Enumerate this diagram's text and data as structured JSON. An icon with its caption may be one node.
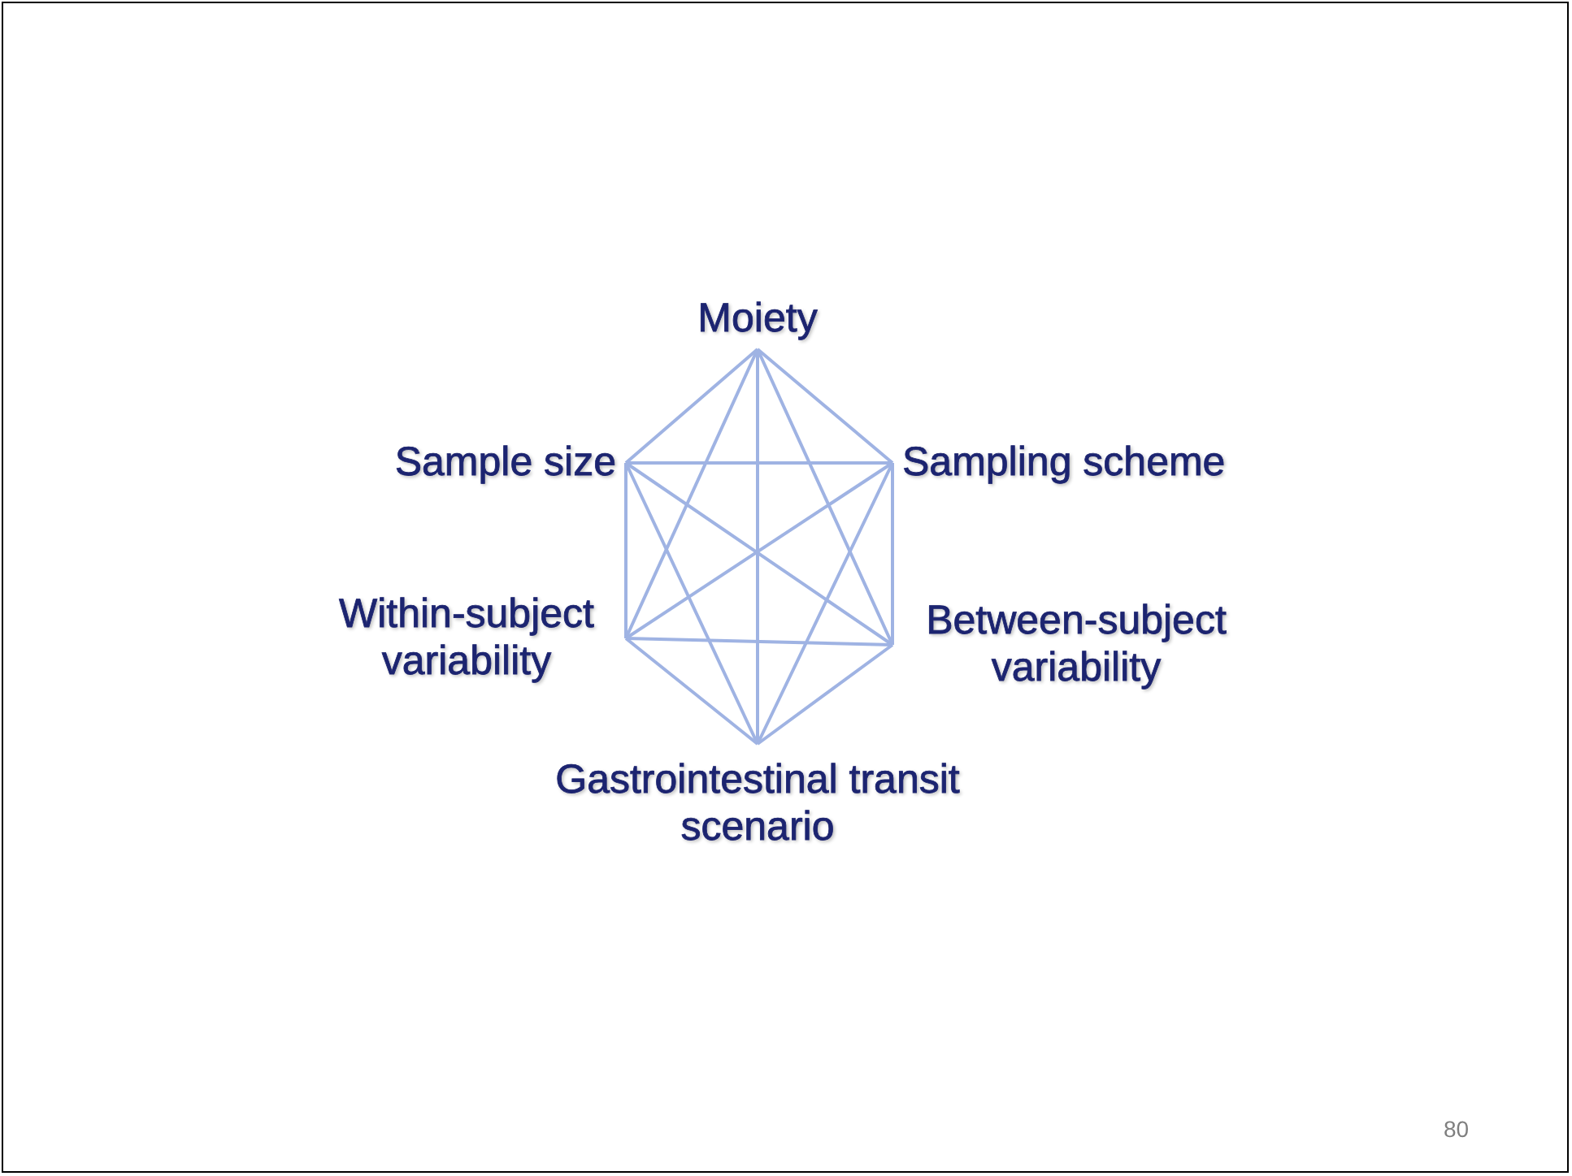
{
  "diagram": {
    "nodes": [
      {
        "text": [
          "Moiety"
        ]
      },
      {
        "text": [
          "Sample size"
        ]
      },
      {
        "text": [
          "Sampling scheme"
        ]
      },
      {
        "text": [
          "Within-subject variability"
        ]
      },
      {
        "text": [
          "Between-subject variability"
        ]
      },
      {
        "text": [
          "Gastrointestinal transit scenario"
        ]
      }
    ],
    "edges": [
      {
        "from": 0,
        "to": 1,
        "arrow": "none"
      },
      {
        "from": 0,
        "to": 2,
        "arrow": "none"
      },
      {
        "from": 0,
        "to": 3,
        "arrow": "none"
      },
      {
        "from": 0,
        "to": 4,
        "arrow": "none"
      },
      {
        "from": 0,
        "to": 5,
        "arrow": "none"
      },
      {
        "from": 1,
        "to": 2,
        "arrow": "none"
      },
      {
        "from": 1,
        "to": 3,
        "arrow": "none"
      },
      {
        "from": 1,
        "to": 4,
        "arrow": "none"
      },
      {
        "from": 1,
        "to": 5,
        "arrow": "none"
      },
      {
        "from": 2,
        "to": 3,
        "arrow": "none"
      },
      {
        "from": 2,
        "to": 4,
        "arrow": "none"
      },
      {
        "from": 2,
        "to": 5,
        "arrow": "none"
      },
      {
        "from": 3,
        "to": 4,
        "arrow": "none"
      },
      {
        "from": 3,
        "to": 5,
        "arrow": "none"
      },
      {
        "from": 4,
        "to": 5,
        "arrow": "none"
      }
    ],
    "labels": [
      "80"
    ]
  }
}
